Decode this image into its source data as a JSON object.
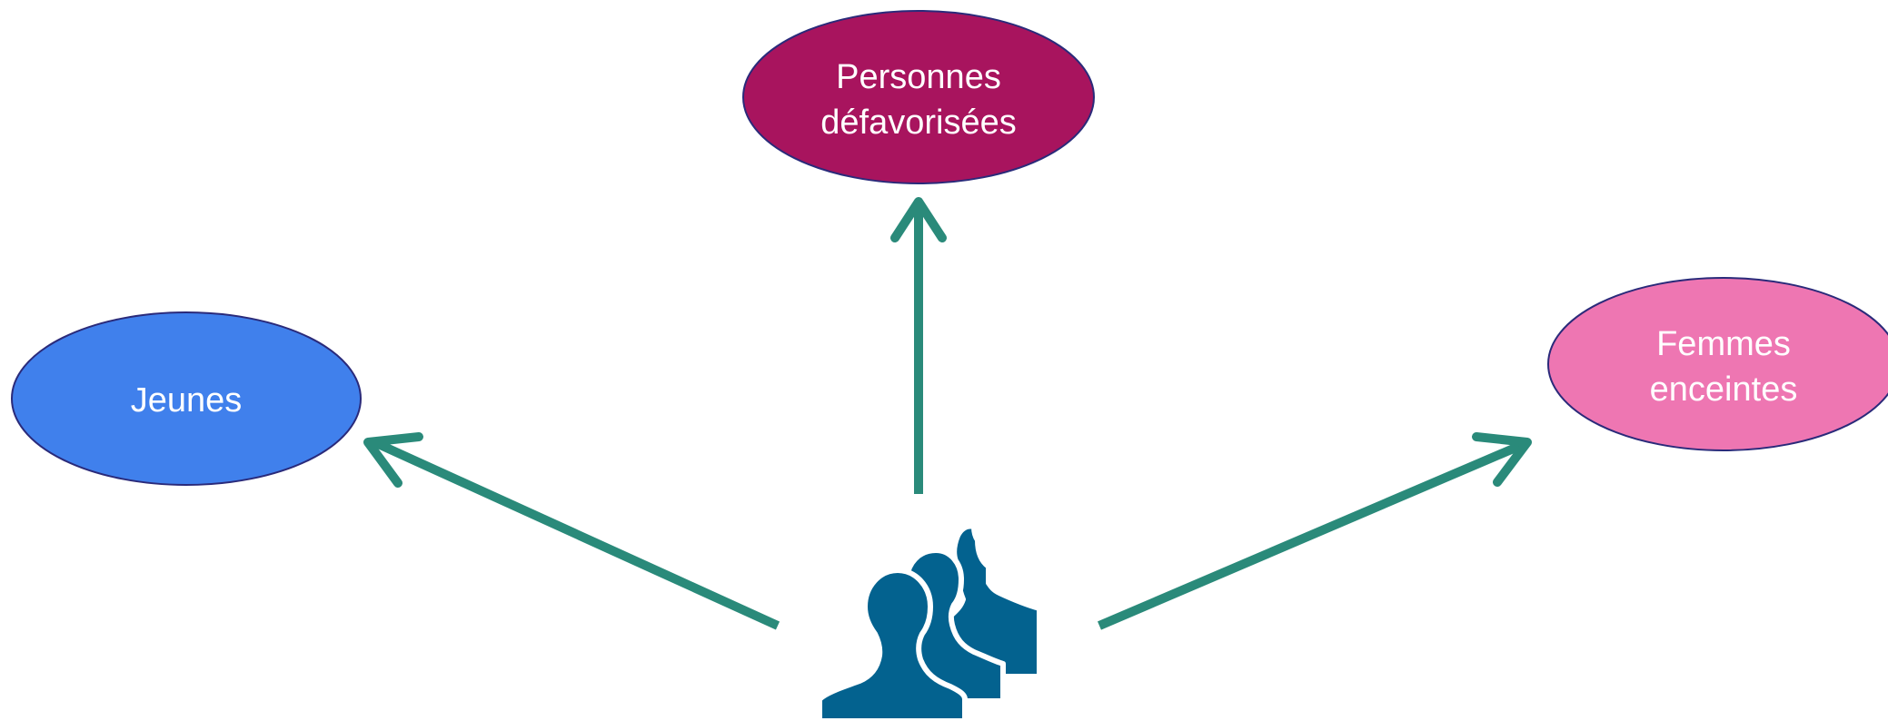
{
  "nodes": {
    "top": {
      "line1": "Personnes",
      "line2": "défavorisées",
      "color": "#a8145e"
    },
    "left": {
      "label": "Jeunes",
      "color": "#4080ec"
    },
    "right": {
      "line1": "Femmes",
      "line2": "enceintes",
      "color": "#ee76b2"
    }
  },
  "ellipse_stroke_color": "#2a2a7a",
  "arrow_color": "#2a8a7a",
  "people_icon": {
    "icon": "group-people-icon",
    "color": "#03628f"
  }
}
